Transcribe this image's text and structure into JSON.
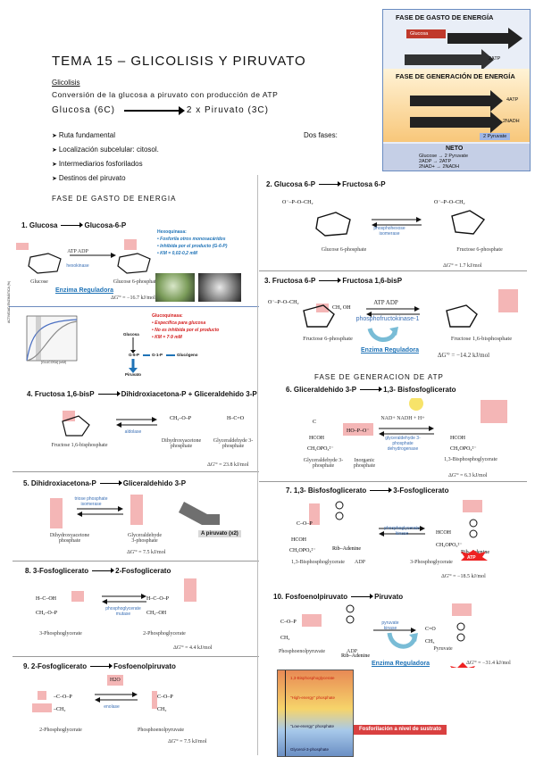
{
  "title": "TEMA 15 – GLICOLISIS Y  PIRUVATO",
  "intro": {
    "label": "Glicolisis",
    "conversion": "Conversión de la glucosa a piruvato con producción de ATP",
    "eq_left": "Glucosa (6C)",
    "eq_right": "2 x Piruvato (3C)",
    "bullets": [
      "Ruta fundamental",
      "Localización subcelular: citosol.",
      "Intermediarios fosforilados",
      "Destinos del piruvato"
    ],
    "dos_fases": "Dos fases:"
  },
  "energy_panel": {
    "fase_gasto": "FASE DE GASTO DE ENERGÍA",
    "glucosa": "Glucosa",
    "atp2": "2ATP",
    "fase_generacion": "FASE DE GENERACIÓN DE ENERGÍA",
    "atp4": "4ATP",
    "nadh2": "2NADH",
    "pyruvate": "2 Pyruvate",
    "neto": "NETO",
    "neto_rows": [
      "Glucose → 2 Pyruvate",
      "2ADP → 2ATP",
      "2NAD+ → 2NADH"
    ]
  },
  "sections": {
    "gasto": "FASE DE GASTO DE ENERGIA",
    "generacion": "FASE DE GENERACION DE ATP"
  },
  "steps": {
    "s1": {
      "from": "1. Glucosa",
      "to": "Glucosa-6-P",
      "left": "Glucose",
      "right": "Glucose 6-phosphate",
      "enzyme": "hexokinase",
      "cof": "ATP  ADP",
      "dg": "ΔG'° = −16.7 kJ/mol",
      "reg": "Enzima Reguladora"
    },
    "hexo": {
      "title": "Hexoquinasa:",
      "items": [
        "• Fosforila otros monosacáridos",
        "• Inhibida por el producto (G-6-P)",
        "• KM = 0,02-0,2 mM"
      ]
    },
    "gluco": {
      "title": "Glucoquinasa:",
      "items": [
        "• Específica para glucosa",
        "• No es inhibida por el producto",
        "• KM = 7-9 mM"
      ],
      "path": [
        "Glucosa",
        "G-6-P",
        "G-1-P",
        "Glucógeno",
        "Piruvato"
      ],
      "graph_y": "ACTIVIDAD ENZIMÁTICA (%)",
      "graph_x": "[GLUCOSA] (mM)"
    },
    "s2": {
      "from": "2. Glucosa 6-P",
      "to": "Fructosa 6-P",
      "left": "Glucose 6-phosphate",
      "right": "Fructose 6-phosphate",
      "enzyme": "phosphohexose isomerase",
      "dg": "ΔG'° = 1.7 kJ/mol"
    },
    "s3": {
      "from": "3. Fructosa 6-P",
      "to": "Fructosa 1,6-bisP",
      "left": "Fructose 6-phosphate",
      "right": "Fructose 1,6-bisphosphate",
      "enzyme": "phosphofructokinase-1",
      "cof": "ATP  ADP",
      "dg": "ΔG'° = −14.2 kJ/mol",
      "reg": "Enzima Reguladora"
    },
    "s4": {
      "from": "4. Fructosa 1,6-bisP",
      "to": "Dihidroxiacetona-P + Gliceraldehido 3-P",
      "left": "Fructose 1,6-bisphosphate",
      "mid": "Dihydroxyacetone phosphate",
      "right": "Glyceraldehyde 3-phosphate",
      "enzyme": "aldolase",
      "dg": "ΔG'° = 23.8 kJ/mol"
    },
    "s5": {
      "from": "5. Dihidroxiacetona-P",
      "to": "Gliceraldehido 3-P",
      "left": "Dihydroxyacetone phosphate",
      "right": "Glyceraldehyde 3-phosphate",
      "enzyme": "triose phosphate isomerase",
      "dg": "ΔG'° = 7.5 kJ/mol",
      "note": "A piruvato (x2)"
    },
    "s6": {
      "from": "6. Gliceraldehido 3-P",
      "to": "1,3- Bisfosfoglicerato",
      "left": "Glyceraldehyde 3-phosphate",
      "mid": "Inorganic phosphate",
      "right": "1,3-Bisphosphoglycerate",
      "enzyme": "glyceraldehyde 3-phosphate dehydrogenase",
      "cof": "NAD+  NADH + H+",
      "dg": "ΔG'° = 6.3 kJ/mol"
    },
    "s7": {
      "from": "7. 1,3- Bisfosfoglicerato",
      "to": "3-Fosfoglicerato",
      "left": "1,3-Bisphosphoglycerate",
      "mid": "ADP",
      "right": "3-Phosphoglycerate",
      "enzyme": "phosphoglycerate kinase",
      "dg": "ΔG'° = −18.5 kJ/mol",
      "atp": "ATP"
    },
    "s8": {
      "from": "8. 3-Fosfoglicerato",
      "to": "2-Fosfoglicerato",
      "left": "3-Phosphoglycerate",
      "right": "2-Phosphoglycerate",
      "enzyme": "phosphoglycerate mutase",
      "dg": "ΔG'° = 4.4 kJ/mol"
    },
    "s9": {
      "from": "9. 2-Fosfoglicerato",
      "to": "Fosfoenolpiruvato",
      "left": "2-Phosphoglycerate",
      "right": "Phosphoenolpyruvate",
      "enzyme": "enolase",
      "water": "H2O",
      "dg": "ΔG'° = 7.5 kJ/mol"
    },
    "s10": {
      "from": "10. Fosfoenolpiruvato",
      "to": "Piruvato",
      "left": "Phosphoenolpyruvate",
      "mid": "ADP",
      "right": "Pyruvate",
      "enzyme": "pyruvate kinase",
      "dg": "ΔG'° = −31.4 kJ/mol",
      "reg": "Enzima Reguladora",
      "atp": "ATP",
      "sustrato": "Fosforilación a nivel de sustrato"
    }
  }
}
